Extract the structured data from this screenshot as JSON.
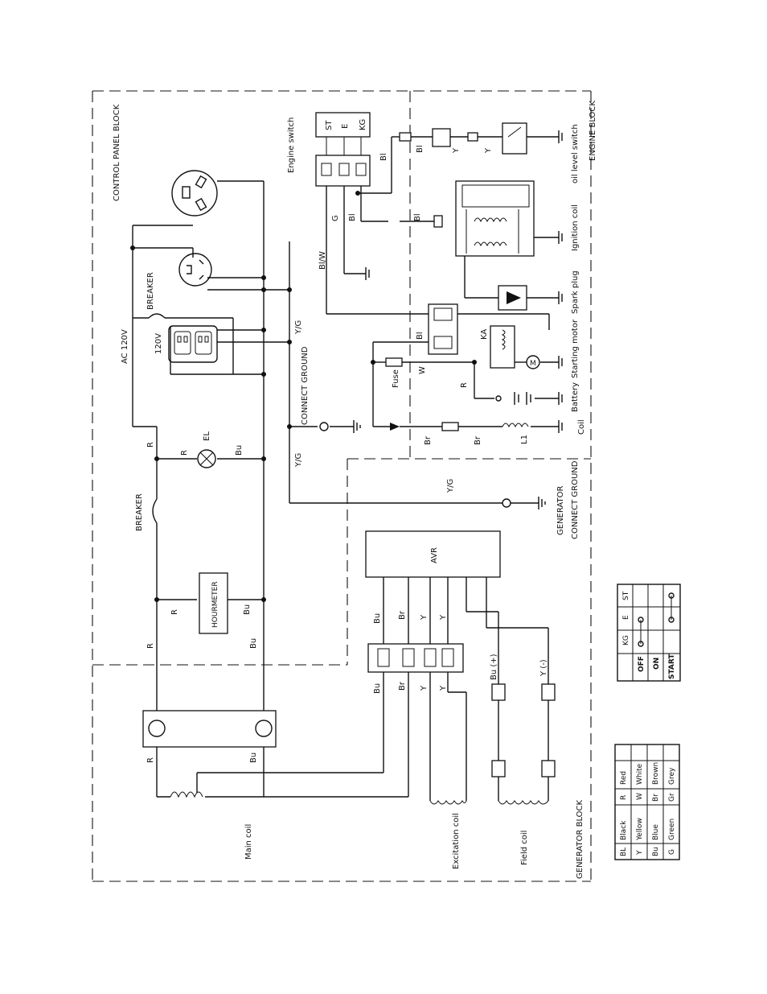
{
  "blocks": {
    "control_panel": "CONTROL PANEL BLOCK",
    "engine": "ENGINE BLOCK",
    "generator": "GENERATOR BLOCK"
  },
  "components": {
    "engine_switch": "Engine switch",
    "switch_terms": [
      "ST",
      "E",
      "KG"
    ],
    "oil_level_switch": "oil level switch",
    "ignition_coil": "Ignition coil",
    "spark_plug": "Spark plug",
    "starting_motor": "Starting motor",
    "battery": "Battery",
    "coil": "Coil",
    "l1": "L1",
    "fuse": "Fuse",
    "ka": "KA",
    "m": "M",
    "connect_ground": "CONNECT GROUND",
    "generator_connect_ground": "GENERATOR\nCONNECT GROUND",
    "gen": "GENERATOR",
    "cg2": "CONNECT GROUND",
    "breaker_top": "BREAKER",
    "breaker_mid": "BREAKER",
    "ac120": "AC 120V",
    "v120": "120V",
    "el": "EL",
    "hourmeter": "HOURMETER",
    "avr": "AVR",
    "main_coil": "Main coil",
    "excitation_coil": "Excitation coil",
    "field_coil": "Field coil"
  },
  "wires": {
    "R": "R",
    "Bu": "Bu",
    "Br": "Br",
    "Y": "Y",
    "W": "W",
    "G": "G",
    "Bl": "Bl",
    "BlW": "Bl/W",
    "YG": "Y/G",
    "BuPlus": "Bu (+)",
    "YMinus": "Y (-)"
  },
  "color_legend": [
    [
      "BL",
      "Black",
      "R",
      "Red"
    ],
    [
      "Y",
      "Yellow",
      "W",
      "White"
    ],
    [
      "Bu",
      "Blue",
      "Br",
      "Brown"
    ],
    [
      "G",
      "Green",
      "Gr",
      "Grey"
    ]
  ],
  "switch_table": {
    "headers": [
      "KG",
      "E",
      "ST"
    ],
    "rows": [
      "OFF",
      "ON",
      "START"
    ]
  }
}
